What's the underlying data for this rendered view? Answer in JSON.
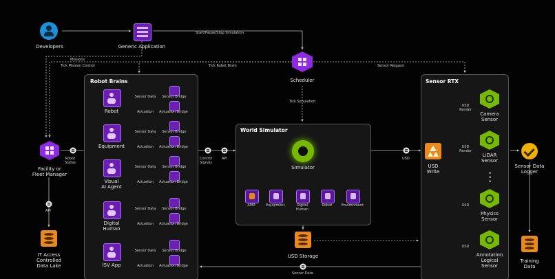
{
  "nodes": {
    "developers": "Developers",
    "generic_application": "Generic Application",
    "scheduler": "Scheduler",
    "facility_manager": "Facility or\nFleet Manager",
    "it_data_lake": "IT Access\nControlled\nData Lake",
    "usd_storage": "USD Storage",
    "usd_write": "USD\nWrite",
    "sensor_data_logger": "Sensor Data\nLogger",
    "training_data": "Training\nData",
    "simulator": "Simulator"
  },
  "panels": {
    "robot_brains": "Robot Brains",
    "world_simulator": "World Simulator",
    "sensor_rtx": "Sensor RTX"
  },
  "edges": {
    "start_pause_stop": "Start/Pause/Stop Simulation",
    "missions": "Missions",
    "tick_mission_control": "Tick Mission Control",
    "tick_robot_brain": "Tick Robot Brain",
    "sensor_request": "Sensor Request",
    "tick_simulation": "Tick Simulation",
    "robot_states": "Robot\nStates",
    "control_signals": "Control\nSignals",
    "api": "API",
    "api_left": "API",
    "usd": "USD",
    "sensor_data": "Sensor Data"
  },
  "robot_brains": [
    {
      "name": "Robot",
      "sensor_bridge": "Sensor Bridge",
      "sensor_data": "Sensor Data",
      "actuation": "Actuation",
      "actuation_bridge": "Actuation Bridge"
    },
    {
      "name": "Equipment",
      "sensor_bridge": "Sensor Bridge",
      "sensor_data": "Sensor Data",
      "actuation": "Actuation",
      "actuation_bridge": "Actuation Bridge"
    },
    {
      "name": "Visual\nAI Agent",
      "sensor_bridge": "Sensor Bridge",
      "sensor_data": "Sensor Data",
      "actuation": "Actuation",
      "actuation_bridge": "Actuation Bridge"
    },
    {
      "name": "Digital\nHuman",
      "sensor_bridge": "Sensor Bridge",
      "sensor_data": "Sensor Data",
      "actuation": "Actuation",
      "actuation_bridge": "Actuation Bridge"
    },
    {
      "name": "ISV App",
      "sensor_bridge": "Sensor Bridge",
      "sensor_data": "Sensor Data",
      "actuation": "Actuation",
      "actuation_bridge": "Actuation Bridge"
    }
  ],
  "sim_entities": [
    "AMR",
    "Equipment",
    "Digital\nHuman",
    "Robot",
    "Environment"
  ],
  "sensors": [
    {
      "name": "Camera\nSensor",
      "badge": "USD\nRender"
    },
    {
      "name": "LiDAR\nSensor",
      "badge": "USD\nRender"
    },
    {
      "name": "Physics\nSensor",
      "badge": "USD"
    },
    {
      "name": "Annotation\nLogical\nSensor",
      "badge": "USD"
    }
  ],
  "colors": {
    "purple": "#8e2be2",
    "green": "#76b900",
    "orange": "#e98a1c",
    "blue": "#1d90d8"
  }
}
